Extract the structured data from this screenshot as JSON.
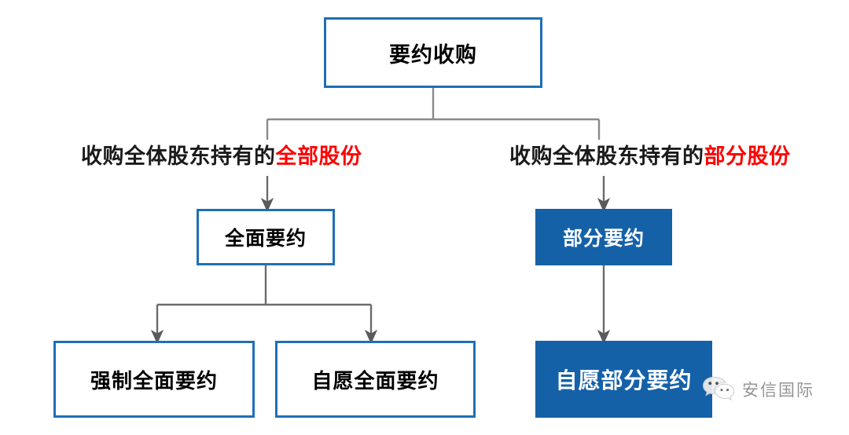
{
  "diagram": {
    "title": "要约收购",
    "nodes": {
      "root": "要约收购",
      "full_offer": "全面要约",
      "partial_offer": "部分要约",
      "mandatory_full_offer": "强制全面要约",
      "voluntary_full_offer": "自愿全面要约",
      "voluntary_partial_offer": "自愿部分要约"
    },
    "branch_labels": {
      "left_prefix": "收购全体股东持有的",
      "left_highlight": "全部股份",
      "right_prefix": "收购全体股东持有的",
      "right_highlight": "部分股份"
    },
    "colors": {
      "border_blue": "#1F6FB5",
      "fill_blue": "#1561A8",
      "highlight_red": "#FF0000",
      "connector_gray": "#7F7F7F",
      "text_black": "#000000",
      "text_white": "#FFFFFF"
    }
  },
  "watermark": {
    "icon": "wechat-icon",
    "text": "安信国际"
  }
}
